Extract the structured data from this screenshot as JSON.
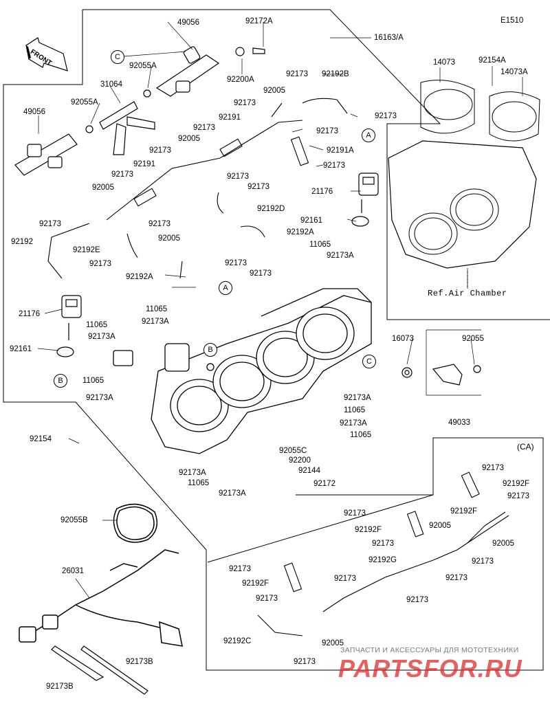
{
  "diagram_code": "E1510",
  "front_label": "FRONT",
  "reference_note": "Ref.Air Chamber",
  "ca_variant": "(CA)",
  "callouts": {
    "a": "A",
    "b": "B",
    "c": "C"
  },
  "watermark": {
    "line1": "ЗАПЧАСТИ И АКСЕССУАРЫ ДЛЯ МОТОТЕХНИКИ",
    "line2": "PARTSFOR.RU"
  },
  "part_labels": [
    "49056",
    "92172A",
    "16163/A",
    "92055A",
    "92200A",
    "31064",
    "92173",
    "92192B",
    "92005",
    "92173",
    "92055A",
    "92191",
    "92173",
    "49056",
    "92173",
    "92005",
    "92191A",
    "92173",
    "92191",
    "92173",
    "92173",
    "92005",
    "92173",
    "92192D",
    "92173",
    "92173",
    "92192",
    "92192E",
    "92173",
    "92005",
    "92192A",
    "11065",
    "92173",
    "92173",
    "92173A",
    "92173",
    "92192A",
    "92173",
    "21176",
    "11065",
    "92173A",
    "11065",
    "92161",
    "92173A",
    "11065",
    "92173A",
    "92154",
    "92173A",
    "11065",
    "92173A",
    "11065",
    "92055C",
    "92200",
    "92144",
    "92172",
    "92173A",
    "11065",
    "92055B",
    "26031",
    "92173B",
    "92173B",
    "14073",
    "92154A",
    "14073A",
    "21176",
    "92161",
    "92173A",
    "16073",
    "92055",
    "49033",
    "92173",
    "92192F",
    "92173",
    "92173",
    "92192F",
    "92005",
    "92192F",
    "92173",
    "92005",
    "92173",
    "92173",
    "92192G",
    "92173",
    "92192F",
    "92173",
    "92173",
    "92173",
    "92192C",
    "92005",
    "92173"
  ]
}
